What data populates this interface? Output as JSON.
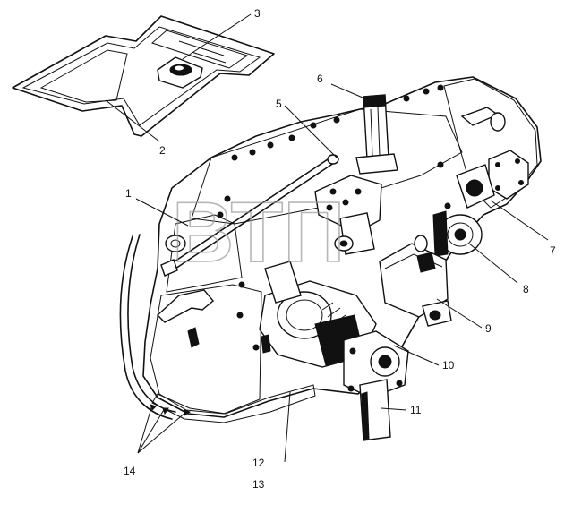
{
  "watermark": "ВТП",
  "callouts": [
    {
      "id": "1",
      "label": "1"
    },
    {
      "id": "2",
      "label": "2"
    },
    {
      "id": "3",
      "label": "3"
    },
    {
      "id": "4",
      "label": "14"
    },
    {
      "id": "5",
      "label": "5"
    },
    {
      "id": "6",
      "label": "6"
    },
    {
      "id": "7",
      "label": "7"
    },
    {
      "id": "8",
      "label": "8"
    },
    {
      "id": "9",
      "label": "9"
    },
    {
      "id": "10",
      "label": "10"
    },
    {
      "id": "11",
      "label": "11"
    },
    {
      "id": "12",
      "label": "12"
    },
    {
      "id": "13",
      "label": "13"
    }
  ]
}
